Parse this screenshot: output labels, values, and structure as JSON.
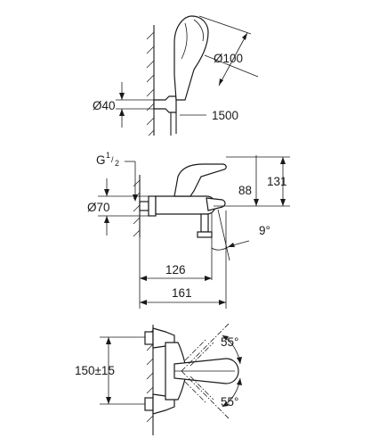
{
  "labels": {
    "handshower_diameter": "Ø100",
    "holder_diameter": "Ø40",
    "hose_length": "1500",
    "thread_prefix": "G",
    "thread_num": "1",
    "thread_den": "2",
    "wall_flange_diameter": "Ø70",
    "height_total": "131",
    "height_spout": "88",
    "spout_angle": "9°",
    "depth_spout": "126",
    "depth_total": "161",
    "centers": "150±15",
    "rotation_upper": "55°",
    "rotation_lower": "55°"
  }
}
